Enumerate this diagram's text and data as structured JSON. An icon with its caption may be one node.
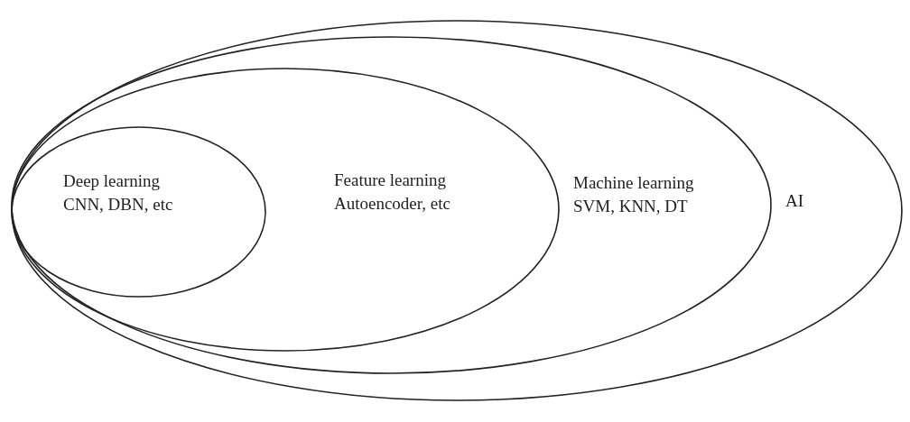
{
  "diagram": {
    "nodes": [
      {
        "text": [
          "AI"
        ]
      },
      {
        "text": [
          "Machine learning",
          "SVM, KNN, DT"
        ],
        "in": 0
      },
      {
        "text": [
          "Feature learning",
          "Autoencoder, etc"
        ],
        "in": 1
      },
      {
        "text": [
          "Deep learning",
          "CNN, DBN, etc"
        ],
        "in": 2
      }
    ]
  }
}
